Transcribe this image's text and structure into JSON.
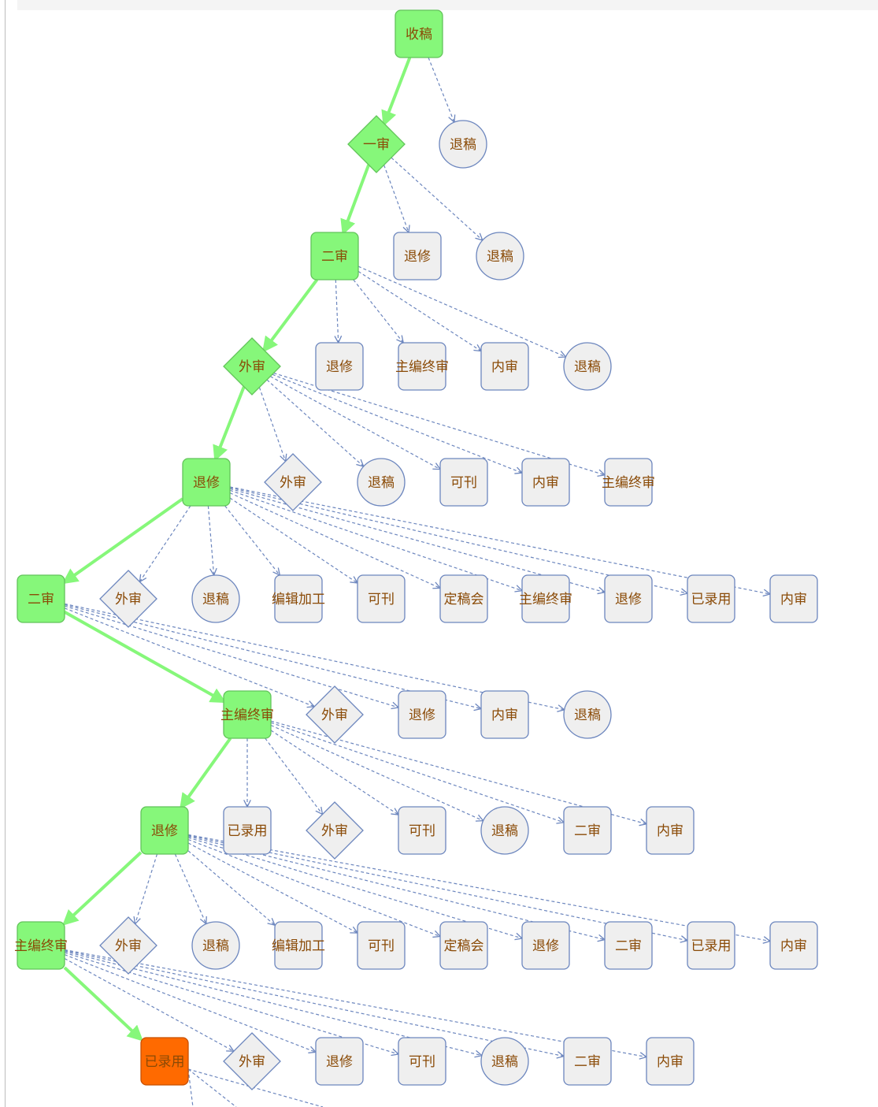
{
  "colors": {
    "active_fill": "#86f77a",
    "active_stroke": "#62c45a",
    "current_fill": "#ff6a00",
    "idle_fill": "#efefef",
    "idle_stroke": "#6c86be",
    "active_edge": "#86f77a",
    "option_edge": "#6c86be",
    "label": "#8a4a06"
  },
  "nodes": [
    {
      "label": "收稿",
      "shape": "rect",
      "state": "active"
    },
    {
      "label": "一审",
      "shape": "diamond",
      "state": "active"
    },
    {
      "label": "退稿",
      "shape": "circle",
      "state": "idle"
    },
    {
      "label": "二审",
      "shape": "rect",
      "state": "active"
    },
    {
      "label": "退修",
      "shape": "rect",
      "state": "idle"
    },
    {
      "label": "退稿",
      "shape": "circle",
      "state": "idle"
    },
    {
      "label": "外审",
      "shape": "diamond",
      "state": "active"
    },
    {
      "label": "退修",
      "shape": "rect",
      "state": "idle"
    },
    {
      "label": "主编终审",
      "shape": "rect",
      "state": "idle"
    },
    {
      "label": "内审",
      "shape": "rect",
      "state": "idle"
    },
    {
      "label": "退稿",
      "shape": "circle",
      "state": "idle"
    },
    {
      "label": "退修",
      "shape": "rect",
      "state": "active"
    },
    {
      "label": "外审",
      "shape": "diamond",
      "state": "idle"
    },
    {
      "label": "退稿",
      "shape": "circle",
      "state": "idle"
    },
    {
      "label": "可刊",
      "shape": "rect",
      "state": "idle"
    },
    {
      "label": "内审",
      "shape": "rect",
      "state": "idle"
    },
    {
      "label": "主编终审",
      "shape": "rect",
      "state": "idle"
    },
    {
      "label": "二审",
      "shape": "rect",
      "state": "active"
    },
    {
      "label": "外审",
      "shape": "diamond",
      "state": "idle"
    },
    {
      "label": "退稿",
      "shape": "circle",
      "state": "idle"
    },
    {
      "label": "编辑加工",
      "shape": "rect",
      "state": "idle"
    },
    {
      "label": "可刊",
      "shape": "rect",
      "state": "idle"
    },
    {
      "label": "定稿会",
      "shape": "rect",
      "state": "idle"
    },
    {
      "label": "主编终审",
      "shape": "rect",
      "state": "idle"
    },
    {
      "label": "退修",
      "shape": "rect",
      "state": "idle"
    },
    {
      "label": "已录用",
      "shape": "rect",
      "state": "idle"
    },
    {
      "label": "内审",
      "shape": "rect",
      "state": "idle"
    },
    {
      "label": "主编终审",
      "shape": "rect",
      "state": "active"
    },
    {
      "label": "外审",
      "shape": "diamond",
      "state": "idle"
    },
    {
      "label": "退修",
      "shape": "rect",
      "state": "idle"
    },
    {
      "label": "内审",
      "shape": "rect",
      "state": "idle"
    },
    {
      "label": "退稿",
      "shape": "circle",
      "state": "idle"
    },
    {
      "label": "退修",
      "shape": "rect",
      "state": "active"
    },
    {
      "label": "已录用",
      "shape": "rect",
      "state": "idle"
    },
    {
      "label": "外审",
      "shape": "diamond",
      "state": "idle"
    },
    {
      "label": "可刊",
      "shape": "rect",
      "state": "idle"
    },
    {
      "label": "退稿",
      "shape": "circle",
      "state": "idle"
    },
    {
      "label": "二审",
      "shape": "rect",
      "state": "idle"
    },
    {
      "label": "内审",
      "shape": "rect",
      "state": "idle"
    },
    {
      "label": "主编终审",
      "shape": "rect",
      "state": "active"
    },
    {
      "label": "外审",
      "shape": "diamond",
      "state": "idle"
    },
    {
      "label": "退稿",
      "shape": "circle",
      "state": "idle"
    },
    {
      "label": "编辑加工",
      "shape": "rect",
      "state": "idle"
    },
    {
      "label": "可刊",
      "shape": "rect",
      "state": "idle"
    },
    {
      "label": "定稿会",
      "shape": "rect",
      "state": "idle"
    },
    {
      "label": "退修",
      "shape": "rect",
      "state": "idle"
    },
    {
      "label": "二审",
      "shape": "rect",
      "state": "idle"
    },
    {
      "label": "已录用",
      "shape": "rect",
      "state": "idle"
    },
    {
      "label": "内审",
      "shape": "rect",
      "state": "idle"
    },
    {
      "label": "已录用",
      "shape": "rect",
      "state": "current"
    },
    {
      "label": "外审",
      "shape": "diamond",
      "state": "idle"
    },
    {
      "label": "退修",
      "shape": "rect",
      "state": "idle"
    },
    {
      "label": "可刊",
      "shape": "rect",
      "state": "idle"
    },
    {
      "label": "退稿",
      "shape": "circle",
      "state": "idle"
    },
    {
      "label": "二审",
      "shape": "rect",
      "state": "idle"
    },
    {
      "label": "内审",
      "shape": "rect",
      "state": "idle"
    }
  ],
  "edges": [
    {
      "from": 0,
      "to": 1,
      "kind": "taken"
    },
    {
      "from": 0,
      "to": 2,
      "kind": "option"
    },
    {
      "from": 1,
      "to": 3,
      "kind": "taken"
    },
    {
      "from": 1,
      "to": 4,
      "kind": "option"
    },
    {
      "from": 1,
      "to": 5,
      "kind": "option"
    },
    {
      "from": 3,
      "to": 6,
      "kind": "taken"
    },
    {
      "from": 3,
      "to": 7,
      "kind": "option"
    },
    {
      "from": 3,
      "to": 8,
      "kind": "option"
    },
    {
      "from": 3,
      "to": 9,
      "kind": "option"
    },
    {
      "from": 3,
      "to": 10,
      "kind": "option"
    },
    {
      "from": 6,
      "to": 11,
      "kind": "taken"
    },
    {
      "from": 6,
      "to": 12,
      "kind": "option"
    },
    {
      "from": 6,
      "to": 13,
      "kind": "option"
    },
    {
      "from": 6,
      "to": 14,
      "kind": "option"
    },
    {
      "from": 6,
      "to": 15,
      "kind": "option"
    },
    {
      "from": 6,
      "to": 16,
      "kind": "option"
    },
    {
      "from": 11,
      "to": 17,
      "kind": "taken"
    },
    {
      "from": 11,
      "to": 18,
      "kind": "option"
    },
    {
      "from": 11,
      "to": 19,
      "kind": "option"
    },
    {
      "from": 11,
      "to": 20,
      "kind": "option"
    },
    {
      "from": 11,
      "to": 21,
      "kind": "option"
    },
    {
      "from": 11,
      "to": 22,
      "kind": "option"
    },
    {
      "from": 11,
      "to": 23,
      "kind": "option"
    },
    {
      "from": 11,
      "to": 24,
      "kind": "option"
    },
    {
      "from": 11,
      "to": 25,
      "kind": "option"
    },
    {
      "from": 11,
      "to": 26,
      "kind": "option"
    },
    {
      "from": 17,
      "to": 27,
      "kind": "taken"
    },
    {
      "from": 17,
      "to": 28,
      "kind": "option"
    },
    {
      "from": 17,
      "to": 29,
      "kind": "option"
    },
    {
      "from": 17,
      "to": 30,
      "kind": "option"
    },
    {
      "from": 17,
      "to": 31,
      "kind": "option"
    },
    {
      "from": 27,
      "to": 32,
      "kind": "taken"
    },
    {
      "from": 27,
      "to": 33,
      "kind": "option"
    },
    {
      "from": 27,
      "to": 34,
      "kind": "option"
    },
    {
      "from": 27,
      "to": 35,
      "kind": "option"
    },
    {
      "from": 27,
      "to": 36,
      "kind": "option"
    },
    {
      "from": 27,
      "to": 37,
      "kind": "option"
    },
    {
      "from": 27,
      "to": 38,
      "kind": "option"
    },
    {
      "from": 32,
      "to": 39,
      "kind": "taken"
    },
    {
      "from": 32,
      "to": 40,
      "kind": "option"
    },
    {
      "from": 32,
      "to": 41,
      "kind": "option"
    },
    {
      "from": 32,
      "to": 42,
      "kind": "option"
    },
    {
      "from": 32,
      "to": 43,
      "kind": "option"
    },
    {
      "from": 32,
      "to": 44,
      "kind": "option"
    },
    {
      "from": 32,
      "to": 45,
      "kind": "option"
    },
    {
      "from": 32,
      "to": 46,
      "kind": "option"
    },
    {
      "from": 32,
      "to": 47,
      "kind": "option"
    },
    {
      "from": 32,
      "to": 48,
      "kind": "option"
    },
    {
      "from": 39,
      "to": 49,
      "kind": "taken"
    },
    {
      "from": 39,
      "to": 50,
      "kind": "option"
    },
    {
      "from": 39,
      "to": 51,
      "kind": "option"
    },
    {
      "from": 39,
      "to": 52,
      "kind": "option"
    },
    {
      "from": 39,
      "to": 53,
      "kind": "option"
    },
    {
      "from": 39,
      "to": 54,
      "kind": "option"
    },
    {
      "from": 39,
      "to": 55,
      "kind": "option"
    }
  ]
}
